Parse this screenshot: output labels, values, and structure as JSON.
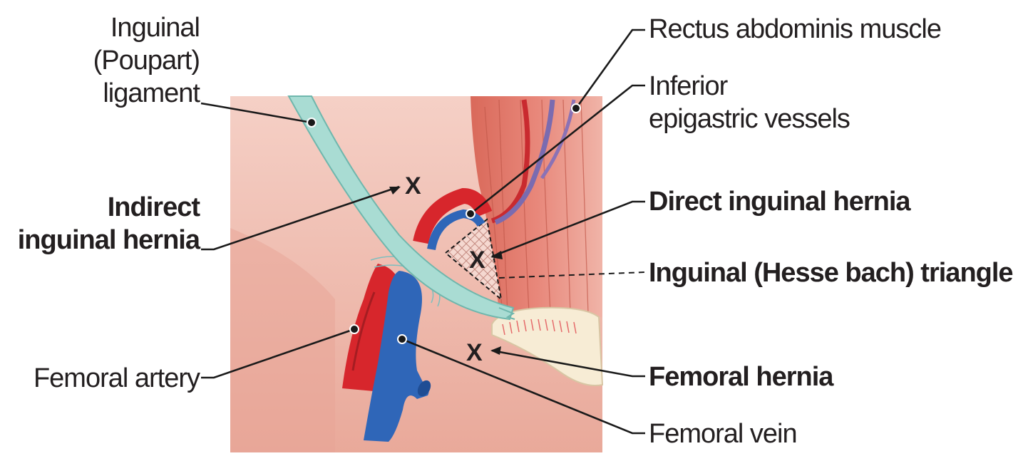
{
  "labels": {
    "inguinal_ligament": [
      "Inguinal",
      "(Poupart)",
      "ligament"
    ],
    "indirect_hernia": [
      "Indirect",
      "inguinal hernia"
    ],
    "femoral_artery": "Femoral artery",
    "rectus_abdominis": "Rectus abdominis muscle",
    "inferior_epigastric": [
      "Inferior",
      "epigastric vessels"
    ],
    "direct_hernia": "Direct inguinal hernia",
    "hesselbach_triangle": "Inguinal (Hesse bach) triangle",
    "femoral_hernia": "Femoral hernia",
    "femoral_vein": "Femoral vein"
  },
  "hernia_marker": "X",
  "colors": {
    "background_tissue": "#f4c9bd",
    "muscle": "#e07a6a",
    "ligament": "#a9dcd3",
    "artery": "#d7262c",
    "vein": "#2f66b8",
    "pubic_bone": "#f7ecd5",
    "leader_line": "#1a1a1a"
  }
}
